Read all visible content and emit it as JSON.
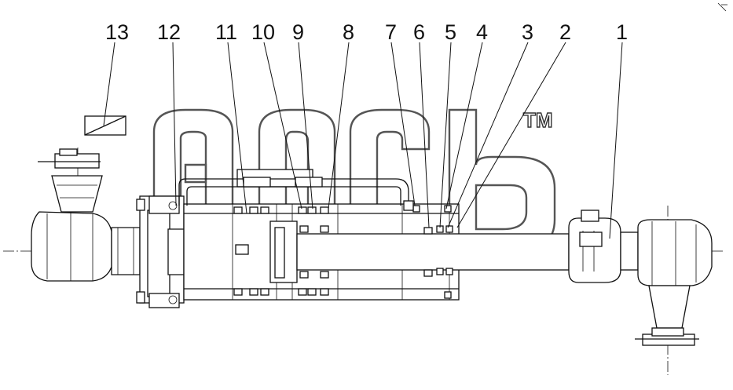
{
  "callouts": [
    "13",
    "12",
    "11",
    "10",
    "9",
    "8",
    "7",
    "6",
    "5",
    "4",
    "3",
    "2",
    "1"
  ],
  "watermark": {
    "trademark": "TM"
  }
}
